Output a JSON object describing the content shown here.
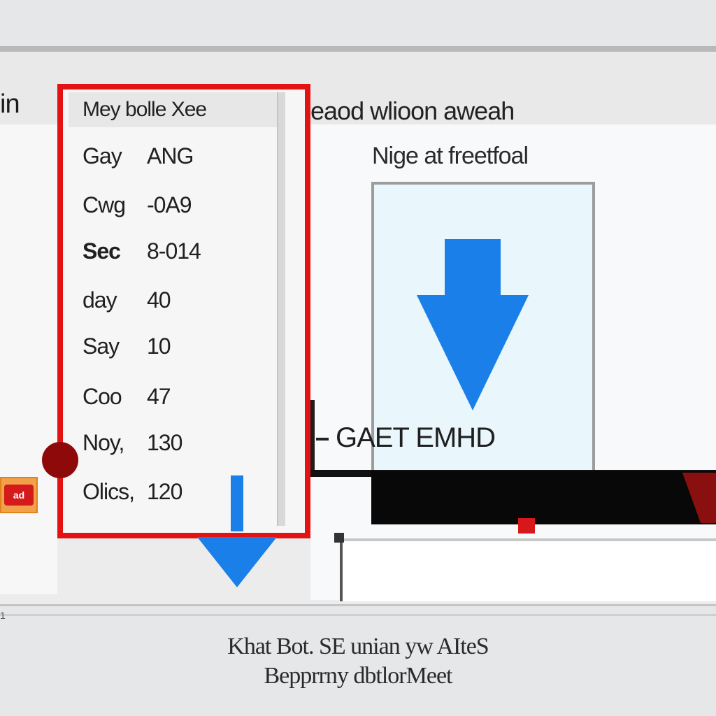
{
  "header": {
    "left_label": "in",
    "right_label": "eaod wlioon aweah"
  },
  "list": {
    "header": "Mey bolle Xee",
    "rows": [
      {
        "key": "Gay",
        "value": "ANG"
      },
      {
        "key": "Cwg",
        "value": "-0A9"
      },
      {
        "key": "Sec",
        "value": "8-014"
      },
      {
        "key": "day",
        "value": "40"
      },
      {
        "key": "Say",
        "value": "10"
      },
      {
        "key": "Coo",
        "value": "47"
      },
      {
        "key": "Noy,",
        "value": "130"
      },
      {
        "key": "Olics,",
        "value": "120"
      }
    ]
  },
  "preview": {
    "caption": "Nige at freetfoal",
    "status_label": "GAET EMHD"
  },
  "badge": {
    "label": "ad"
  },
  "footer": {
    "mini": "1",
    "line1": "Khat Bot. SE unian yw AIteS",
    "line2": "Bepprrny dbtlorMeet"
  },
  "colors": {
    "highlight_red": "#e31313",
    "arrow_blue": "#1a7fe8",
    "preview_bg": "#e9f6fb"
  }
}
